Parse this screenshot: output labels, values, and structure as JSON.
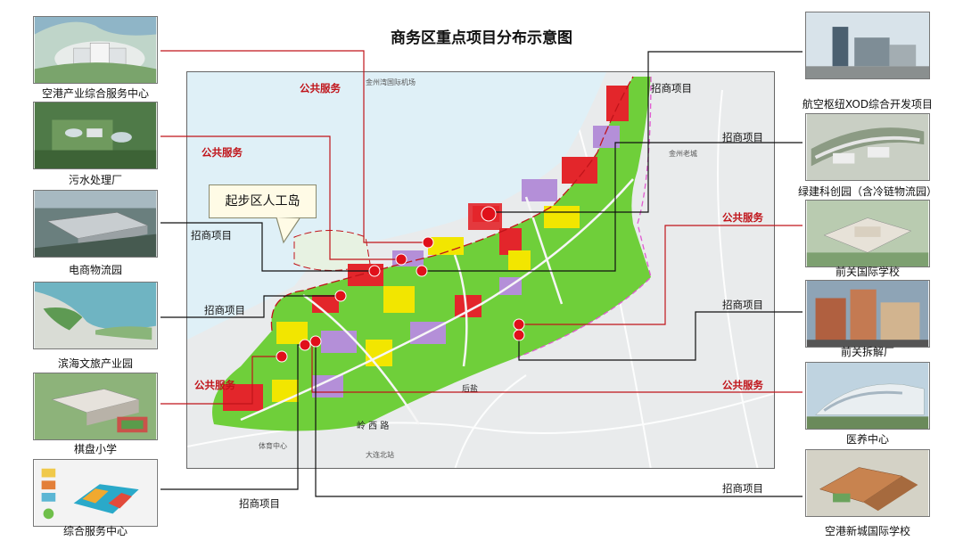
{
  "title": "商务区重点项目分布示意图",
  "callout": "起步区人工岛",
  "left_projects": [
    {
      "name": "空港产业综合服务中心"
    },
    {
      "name": "污水处理厂"
    },
    {
      "name": "电商物流园"
    },
    {
      "name": "滨海文旅产业园"
    },
    {
      "name": "棋盘小学"
    },
    {
      "name": "综合服务中心"
    }
  ],
  "right_projects": [
    {
      "name": "航空枢纽XOD综合开发项目"
    },
    {
      "name": "绿建科创园（含冷链物流园）"
    },
    {
      "name": "前关国际学校"
    },
    {
      "name": "前关拆解厂"
    },
    {
      "name": "医养中心"
    },
    {
      "name": "空港新城国际学校"
    }
  ],
  "categories": {
    "public_service": "公共服务",
    "investment": "招商项目"
  },
  "map_labels": {
    "airport": "金州湾国际机场",
    "old_town": "金州老城",
    "sports_center": "体育中心",
    "station": "大连北站",
    "road": "岭 西 路",
    "place": "后盐"
  },
  "colors": {
    "public_service_line": "#c0141a",
    "investment_line": "#111111",
    "marker": "#e0101a",
    "land_green": "#6fcf3a",
    "commercial_red": "#e3262b",
    "residential_yellow": "#f2e600",
    "education_purple": "#b48fd8"
  }
}
